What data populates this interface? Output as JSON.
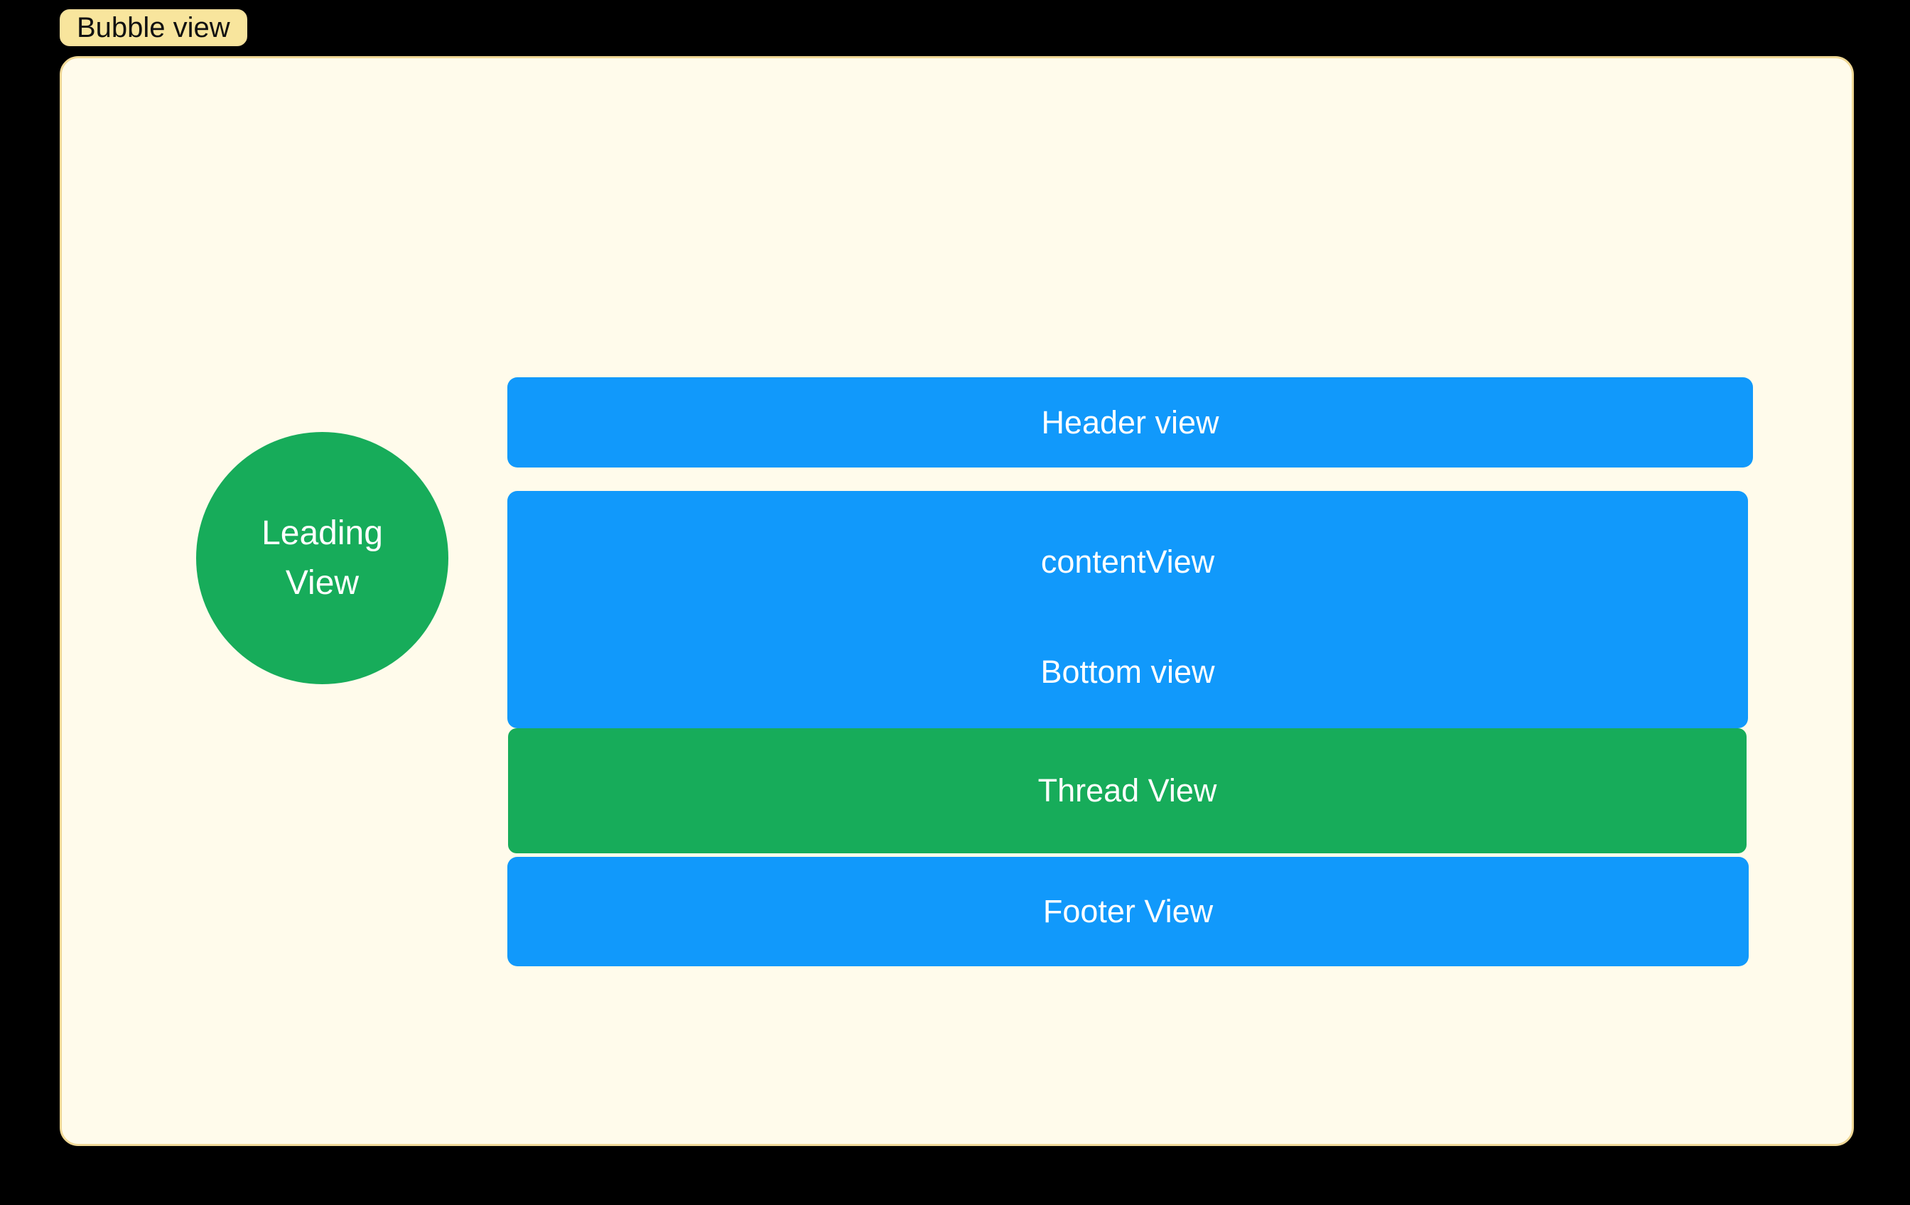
{
  "tag": {
    "label": "Bubble view"
  },
  "views": {
    "leading": {
      "line1": "Leading",
      "line2": "View"
    },
    "header": {
      "label": "Header view"
    },
    "content": {
      "label": "contentView"
    },
    "bottom": {
      "label": "Bottom view"
    },
    "thread": {
      "label": "Thread View"
    },
    "footer": {
      "label": "Footer View"
    }
  },
  "colors": {
    "background": "#000000",
    "panel_bg": "#FFFBEB",
    "panel_border": "#F0D896",
    "tag_bg": "#F8E59D",
    "tag_border": "#F3DF9B",
    "tag_text": "#111111",
    "blue": "#1199FB",
    "green": "#17AC5A",
    "label_text": "#FFFFFF"
  }
}
